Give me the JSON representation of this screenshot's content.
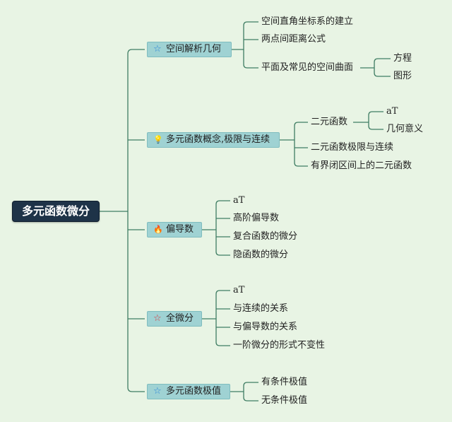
{
  "root": {
    "label": "多元函数微分"
  },
  "branches": [
    {
      "label": "空间解析几何",
      "icon": "☆",
      "icon_color": "#2d86d9",
      "children": [
        {
          "label": "空间直角坐标系的建立"
        },
        {
          "label": "两点间距离公式"
        },
        {
          "label": "平面及常见的空间曲面",
          "children": [
            {
              "label": "方程"
            },
            {
              "label": "图形"
            }
          ]
        }
      ]
    },
    {
      "label": "多元函数概念,极限与连续",
      "icon": "💡",
      "icon_color": "#f2c21b",
      "children": [
        {
          "label": "二元函数",
          "children": [
            {
              "label": "aT"
            },
            {
              "label": "几何意义"
            }
          ]
        },
        {
          "label": "二元函数极限与连续"
        },
        {
          "label": "有界闭区间上的二元函数"
        }
      ]
    },
    {
      "label": "偏导数",
      "icon": "🔥",
      "icon_color": "#2f7fd6",
      "children": [
        {
          "label": "aT"
        },
        {
          "label": "高阶偏导数"
        },
        {
          "label": "复合函数的微分"
        },
        {
          "label": "隐函数的微分"
        }
      ]
    },
    {
      "label": "全微分",
      "icon": "☆",
      "icon_color": "#d8363b",
      "children": [
        {
          "label": "aT"
        },
        {
          "label": "与连续的关系"
        },
        {
          "label": "与偏导数的关系"
        },
        {
          "label": "一阶微分的形式不变性"
        }
      ]
    },
    {
      "label": "多元函数极值",
      "icon": "☆",
      "icon_color": "#2d86d9",
      "children": [
        {
          "label": "有条件极值"
        },
        {
          "label": "无条件极值"
        }
      ]
    }
  ],
  "colors": {
    "background": "#e8f4e4",
    "connector": "#3f7d63",
    "root_fill": "#1e3348",
    "branch_fill": "#9fd2d3"
  }
}
